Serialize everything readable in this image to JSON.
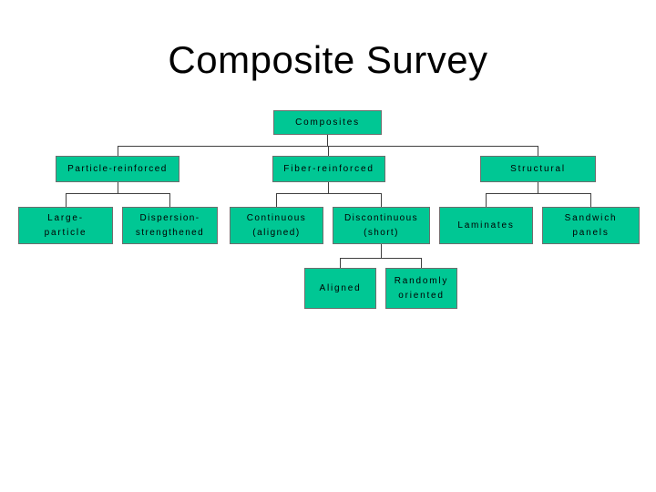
{
  "title": "Composite Survey",
  "colors": {
    "node_fill": "#00C794",
    "node_border": "#6E6E6E",
    "connector": "#404040",
    "title_color": "#000000",
    "background": "#FFFFFF"
  },
  "nodes": {
    "composites": {
      "lines": [
        "Composites"
      ]
    },
    "particle_reinforced": {
      "lines": [
        "Particle-reinforced"
      ]
    },
    "fiber_reinforced": {
      "lines": [
        "Fiber-reinforced"
      ]
    },
    "structural": {
      "lines": [
        "Structural"
      ]
    },
    "large_particle": {
      "lines": [
        "Large-",
        "particle"
      ]
    },
    "dispersion_strengthened": {
      "lines": [
        "Dispersion-",
        "strengthened"
      ]
    },
    "continuous_aligned": {
      "lines": [
        "Continuous",
        "(aligned)"
      ]
    },
    "discontinuous_short": {
      "lines": [
        "Discontinuous",
        "(short)"
      ]
    },
    "laminates": {
      "lines": [
        "Laminates"
      ]
    },
    "sandwich_panels": {
      "lines": [
        "Sandwich",
        "panels"
      ]
    },
    "aligned": {
      "lines": [
        "Aligned"
      ]
    },
    "randomly_oriented": {
      "lines": [
        "Randomly",
        "oriented"
      ]
    }
  },
  "edges": [
    [
      "Composites",
      "Particle-reinforced"
    ],
    [
      "Composites",
      "Fiber-reinforced"
    ],
    [
      "Composites",
      "Structural"
    ],
    [
      "Particle-reinforced",
      "Large-particle"
    ],
    [
      "Particle-reinforced",
      "Dispersion-strengthened"
    ],
    [
      "Fiber-reinforced",
      "Continuous (aligned)"
    ],
    [
      "Fiber-reinforced",
      "Discontinuous (short)"
    ],
    [
      "Structural",
      "Laminates"
    ],
    [
      "Structural",
      "Sandwich panels"
    ],
    [
      "Discontinuous (short)",
      "Aligned"
    ],
    [
      "Discontinuous (short)",
      "Randomly oriented"
    ]
  ]
}
